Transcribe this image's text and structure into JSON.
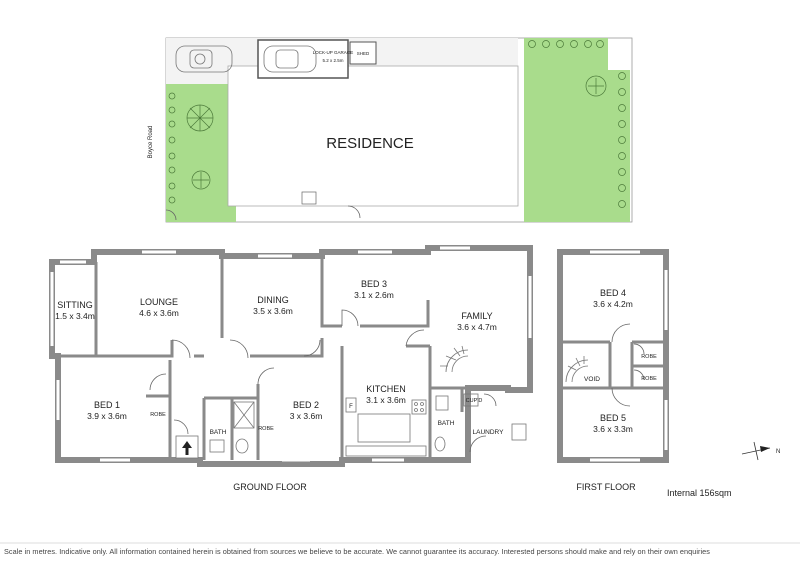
{
  "site": {
    "residence_label": "RESIDENCE",
    "street_label": "Boyce Road",
    "garage_label": "LOCK-UP GARAGE",
    "garage_dims": "5.2 x 2.5m",
    "shed_label": "SHED"
  },
  "ground_floor": {
    "title": "GROUND FLOOR",
    "rooms": [
      {
        "key": "sitting",
        "name": "SITTING",
        "dims": "1.5 x 3.4m"
      },
      {
        "key": "lounge",
        "name": "LOUNGE",
        "dims": "4.6 x 3.6m"
      },
      {
        "key": "dining",
        "name": "DINING",
        "dims": "3.5 x 3.6m"
      },
      {
        "key": "bed3",
        "name": "BED 3",
        "dims": "3.1 x 2.6m"
      },
      {
        "key": "family",
        "name": "FAMILY",
        "dims": "3.6 x 4.7m"
      },
      {
        "key": "bed1",
        "name": "BED 1",
        "dims": "3.9 x 3.6m"
      },
      {
        "key": "bed2",
        "name": "BED 2",
        "dims": "3 x 3.6m"
      },
      {
        "key": "kitchen",
        "name": "KITCHEN",
        "dims": "3.1 x 3.6m"
      }
    ],
    "labels": {
      "robe1": "ROBE",
      "robe2": "ROBE",
      "bath1": "BATH",
      "bath2": "BATH",
      "cupd": "CUP'D",
      "laundry": "LAUNDRY",
      "fridge": "F"
    }
  },
  "first_floor": {
    "title": "FIRST FLOOR",
    "rooms": [
      {
        "key": "bed4",
        "name": "BED 4",
        "dims": "3.6 x 4.2m"
      },
      {
        "key": "bed5",
        "name": "BED 5",
        "dims": "3.6 x 3.3m"
      }
    ],
    "labels": {
      "robe_a": "ROBE",
      "robe_b": "ROBE",
      "void": "VOID"
    }
  },
  "internal_area": "Internal 156sqm",
  "compass": {
    "north_label": "N"
  },
  "disclaimer": "Scale in metres. Indicative only. All information contained herein is obtained from sources we believe to be accurate. We cannot guarantee its accuracy. Interested persons should make and rely on their own enquiries",
  "colors": {
    "grass": "#a9dc8c",
    "wall": "#8a8a8a",
    "background": "#ffffff"
  }
}
